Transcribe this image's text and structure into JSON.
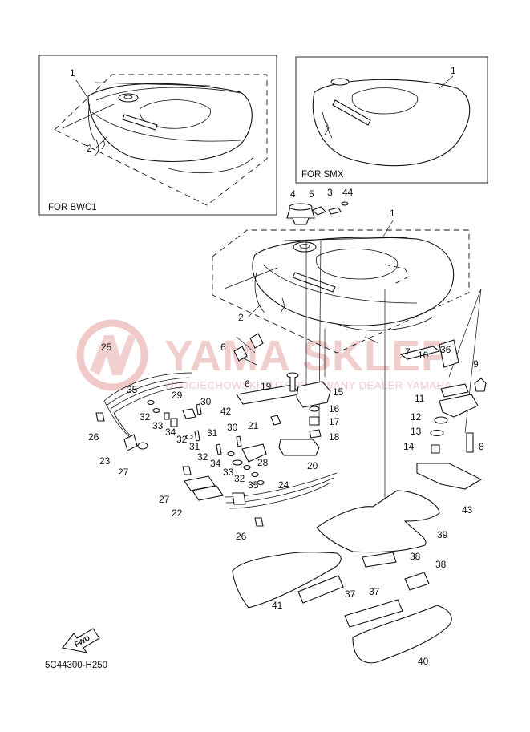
{
  "insets": {
    "left_label": "FOR BWC1",
    "right_label": "FOR SMX"
  },
  "watermark": {
    "brand": "YAMA SKLEP",
    "tagline": "WOJCIECHOWSKI AUTORYZOWANY DEALER YAMAHA"
  },
  "fwd_label": "FWD",
  "diagram_code": "5C44300-H250",
  "callouts": [
    {
      "id": "c1a",
      "text": "1"
    },
    {
      "id": "c2a",
      "text": "2"
    },
    {
      "id": "c1b",
      "text": "1"
    },
    {
      "id": "c4",
      "text": "4"
    },
    {
      "id": "c5",
      "text": "5"
    },
    {
      "id": "c3",
      "text": "3"
    },
    {
      "id": "c44",
      "text": "44"
    },
    {
      "id": "c1c",
      "text": "1"
    },
    {
      "id": "c2c",
      "text": "2"
    },
    {
      "id": "c6a",
      "text": "6"
    },
    {
      "id": "c6b",
      "text": "6"
    },
    {
      "id": "c7",
      "text": "7"
    },
    {
      "id": "c25",
      "text": "25"
    },
    {
      "id": "c19",
      "text": "19"
    },
    {
      "id": "c15",
      "text": "15"
    },
    {
      "id": "c10",
      "text": "10"
    },
    {
      "id": "c36",
      "text": "36"
    },
    {
      "id": "c9",
      "text": "9"
    },
    {
      "id": "c11",
      "text": "11"
    },
    {
      "id": "c35a",
      "text": "35"
    },
    {
      "id": "c29",
      "text": "29"
    },
    {
      "id": "c30a",
      "text": "30"
    },
    {
      "id": "c42",
      "text": "42"
    },
    {
      "id": "c32a",
      "text": "32"
    },
    {
      "id": "c33a",
      "text": "33"
    },
    {
      "id": "c34a",
      "text": "34"
    },
    {
      "id": "c26a",
      "text": "26"
    },
    {
      "id": "c32b",
      "text": "32"
    },
    {
      "id": "c31a",
      "text": "31"
    },
    {
      "id": "c21",
      "text": "21"
    },
    {
      "id": "c16",
      "text": "16"
    },
    {
      "id": "c17",
      "text": "17"
    },
    {
      "id": "c18",
      "text": "18"
    },
    {
      "id": "c12",
      "text": "12"
    },
    {
      "id": "c13",
      "text": "13"
    },
    {
      "id": "c14",
      "text": "14"
    },
    {
      "id": "c8",
      "text": "8"
    },
    {
      "id": "c30b",
      "text": "30"
    },
    {
      "id": "c31b",
      "text": "31"
    },
    {
      "id": "c23",
      "text": "23"
    },
    {
      "id": "c27a",
      "text": "27"
    },
    {
      "id": "c32c",
      "text": "32"
    },
    {
      "id": "c34b",
      "text": "34"
    },
    {
      "id": "c28",
      "text": "28"
    },
    {
      "id": "c20",
      "text": "20"
    },
    {
      "id": "c33b",
      "text": "33"
    },
    {
      "id": "c32d",
      "text": "32"
    },
    {
      "id": "c35b",
      "text": "35"
    },
    {
      "id": "c24",
      "text": "24"
    },
    {
      "id": "c27b",
      "text": "27"
    },
    {
      "id": "c22",
      "text": "22"
    },
    {
      "id": "c43",
      "text": "43"
    },
    {
      "id": "c26b",
      "text": "26"
    },
    {
      "id": "c39",
      "text": "39"
    },
    {
      "id": "c38a",
      "text": "38"
    },
    {
      "id": "c38b",
      "text": "38"
    },
    {
      "id": "c41",
      "text": "41"
    },
    {
      "id": "c37a",
      "text": "37"
    },
    {
      "id": "c37b",
      "text": "37"
    },
    {
      "id": "c40",
      "text": "40"
    }
  ]
}
